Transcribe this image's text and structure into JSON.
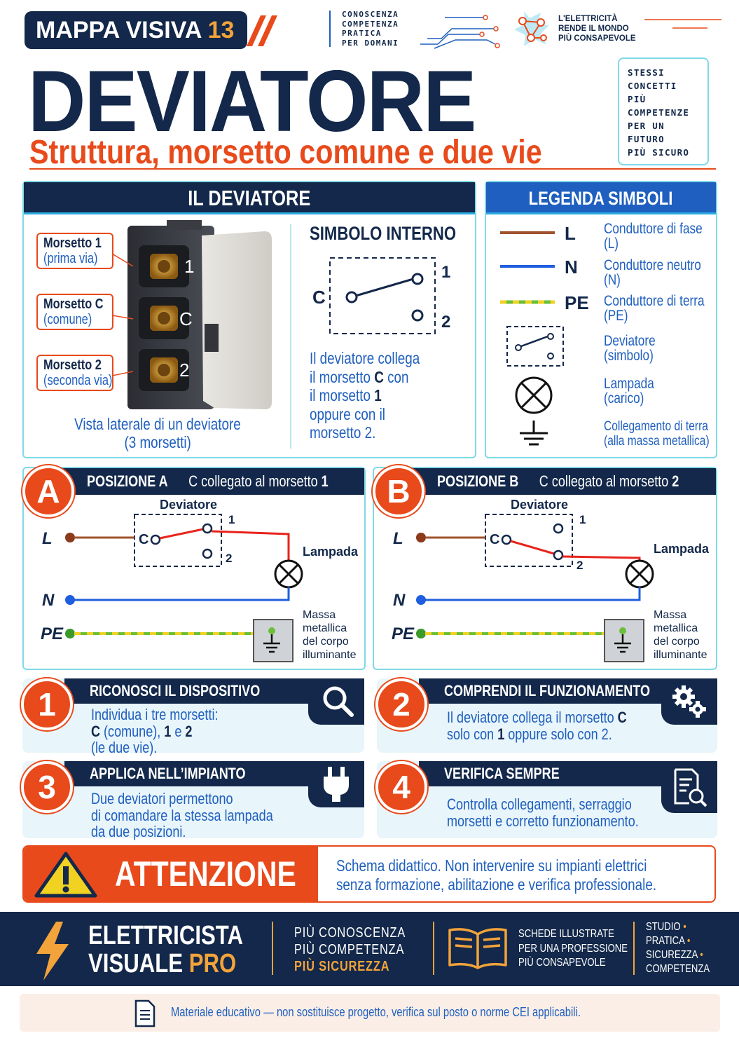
{
  "header": {
    "mappa_label": "MAPPA VISIVA",
    "mappa_number": "13",
    "tagline": [
      "CONOSCENZA",
      "COMPETENZA",
      "PRATICA",
      "PER DOMANI"
    ],
    "brand_lines": [
      "L'ELETTRICITÀ",
      "RENDE IL MONDO",
      "PIÙ CONSAPEVOLE"
    ],
    "title": "DEVIATORE",
    "subtitle": "Struttura, morsetto comune e due vie",
    "side_box": [
      "STESSI",
      "CONCETTI",
      "PIÙ",
      "COMPETENZE",
      "PER UN",
      "FUTURO",
      "PIÙ SICURO"
    ]
  },
  "device_panel": {
    "title": "IL DEVIATORE",
    "terminal_labels": [
      {
        "name": "Morsetto 1",
        "desc": "(prima via)",
        "mark": "1"
      },
      {
        "name": "Morsetto C",
        "desc": "(comune)",
        "mark": "C"
      },
      {
        "name": "Morsetto 2",
        "desc": "(seconda via)",
        "mark": "2"
      }
    ],
    "caption_line1": "Vista laterale di un deviatore",
    "caption_line2": "(3 morsetti)",
    "symbol_title": "SIMBOLO INTERNO",
    "symbol_labels": {
      "c": "C",
      "one": "1",
      "two": "2"
    },
    "symbol_text": {
      "l1": "Il deviatore collega",
      "l2a": "il morsetto ",
      "l2b": "C",
      "l2c": " con",
      "l3a": "il morsetto ",
      "l3b": "1",
      "l4": "oppure con il",
      "l5": "morsetto 2."
    }
  },
  "legend": {
    "title": "LEGENDA SIMBOLI",
    "items": [
      {
        "code": "L",
        "line1": "Conduttore di fase",
        "line2": "(L)",
        "color": "#a0522d"
      },
      {
        "code": "N",
        "line1": "Conduttore neutro",
        "line2": "(N)",
        "color": "#1f5fdf"
      },
      {
        "code": "PE",
        "line1": "Conduttore di terra",
        "line2": "(PE)",
        "color": "#6bbf3a"
      },
      {
        "code": "",
        "line1": "Deviatore",
        "line2": "(simbolo)",
        "icon": "switch-symbol-icon"
      },
      {
        "code": "",
        "line1": "Lampada",
        "line2": "(carico)",
        "icon": "lamp-icon"
      },
      {
        "code": "",
        "line1": "Collegamento di terra",
        "line2": "(alla massa metallica)",
        "icon": "ground-icon"
      }
    ]
  },
  "positions": [
    {
      "badge": "A",
      "title": "POSIZIONE A",
      "desc": "C collegato al morsetto ",
      "desc_num": "1",
      "switch_label": "Deviatore",
      "lamp_label": "Lampada",
      "mass_label": [
        "Massa",
        "metallica",
        "del corpo",
        "illuminante"
      ],
      "wire_labels": [
        "L",
        "N",
        "PE"
      ],
      "contact": "1"
    },
    {
      "badge": "B",
      "title": "POSIZIONE B",
      "desc": "C collegato al morsetto ",
      "desc_num": "2",
      "switch_label": "Deviatore",
      "lamp_label": "Lampada",
      "mass_label": [
        "Massa",
        "metallica",
        "del corpo",
        "illuminante"
      ],
      "wire_labels": [
        "L",
        "N",
        "PE"
      ],
      "contact": "2"
    }
  ],
  "steps": [
    {
      "num": "1",
      "title": "RICONOSCI IL DISPOSITIVO",
      "icon": "search-icon",
      "text": {
        "l1": "Individua i tre morsetti:",
        "l2a": "C",
        "l2b": " (comune), ",
        "l2c": "1",
        "l2d": " e ",
        "l2e": "2",
        "l3": "(le due vie)."
      }
    },
    {
      "num": "2",
      "title": "COMPRENDI IL FUNZIONAMENTO",
      "icon": "gears-icon",
      "text": {
        "l1a": "Il deviatore collega il morsetto ",
        "l1b": "C",
        "l2a": "solo con ",
        "l2b": "1",
        "l2c": " oppure solo con 2."
      }
    },
    {
      "num": "3",
      "title": "APPLICA NELL’IMPIANTO",
      "icon": "plug-icon",
      "text": {
        "l1": "Due deviatori permettono",
        "l2": "di comandare la stessa lampada",
        "l3": "da due posizioni."
      }
    },
    {
      "num": "4",
      "title": "VERIFICA SEMPRE",
      "icon": "document-search-icon",
      "text": {
        "l1": "Controlla collegamenti, serraggio",
        "l2": "morsetti e corretto funzionamento."
      }
    }
  ],
  "attention": {
    "title": "ATTENZIONE",
    "l1": "Schema didattico. Non intervenire su impianti elettrici",
    "l2": "senza formazione, abilitazione e verifica professionale."
  },
  "footer": {
    "brand1": "ELETTRICISTA",
    "brand2": "VISUALE",
    "brand3": "PRO",
    "mid": [
      "PIÙ CONOSCENZA",
      "PIÙ COMPETENZA",
      "PIÙ SICUREZZA"
    ],
    "schede": [
      "SCHEDE ILLUSTRATE",
      "PER UNA PROFESSIONE",
      "PIÙ CONSAPEVOLE"
    ],
    "right": [
      "STUDIO",
      "PRATICA",
      "SICUREZZA",
      "COMPETENZA"
    ]
  },
  "note": "Materiale educativo — non sostituisce progetto, verifica sul posto o norme CEI applicabili.",
  "colors": {
    "navy": "#13284a",
    "accent": "#e84a1b",
    "blue": "#1f5fbf",
    "cyan": "#29a9e0",
    "gold": "#f2a33a"
  }
}
